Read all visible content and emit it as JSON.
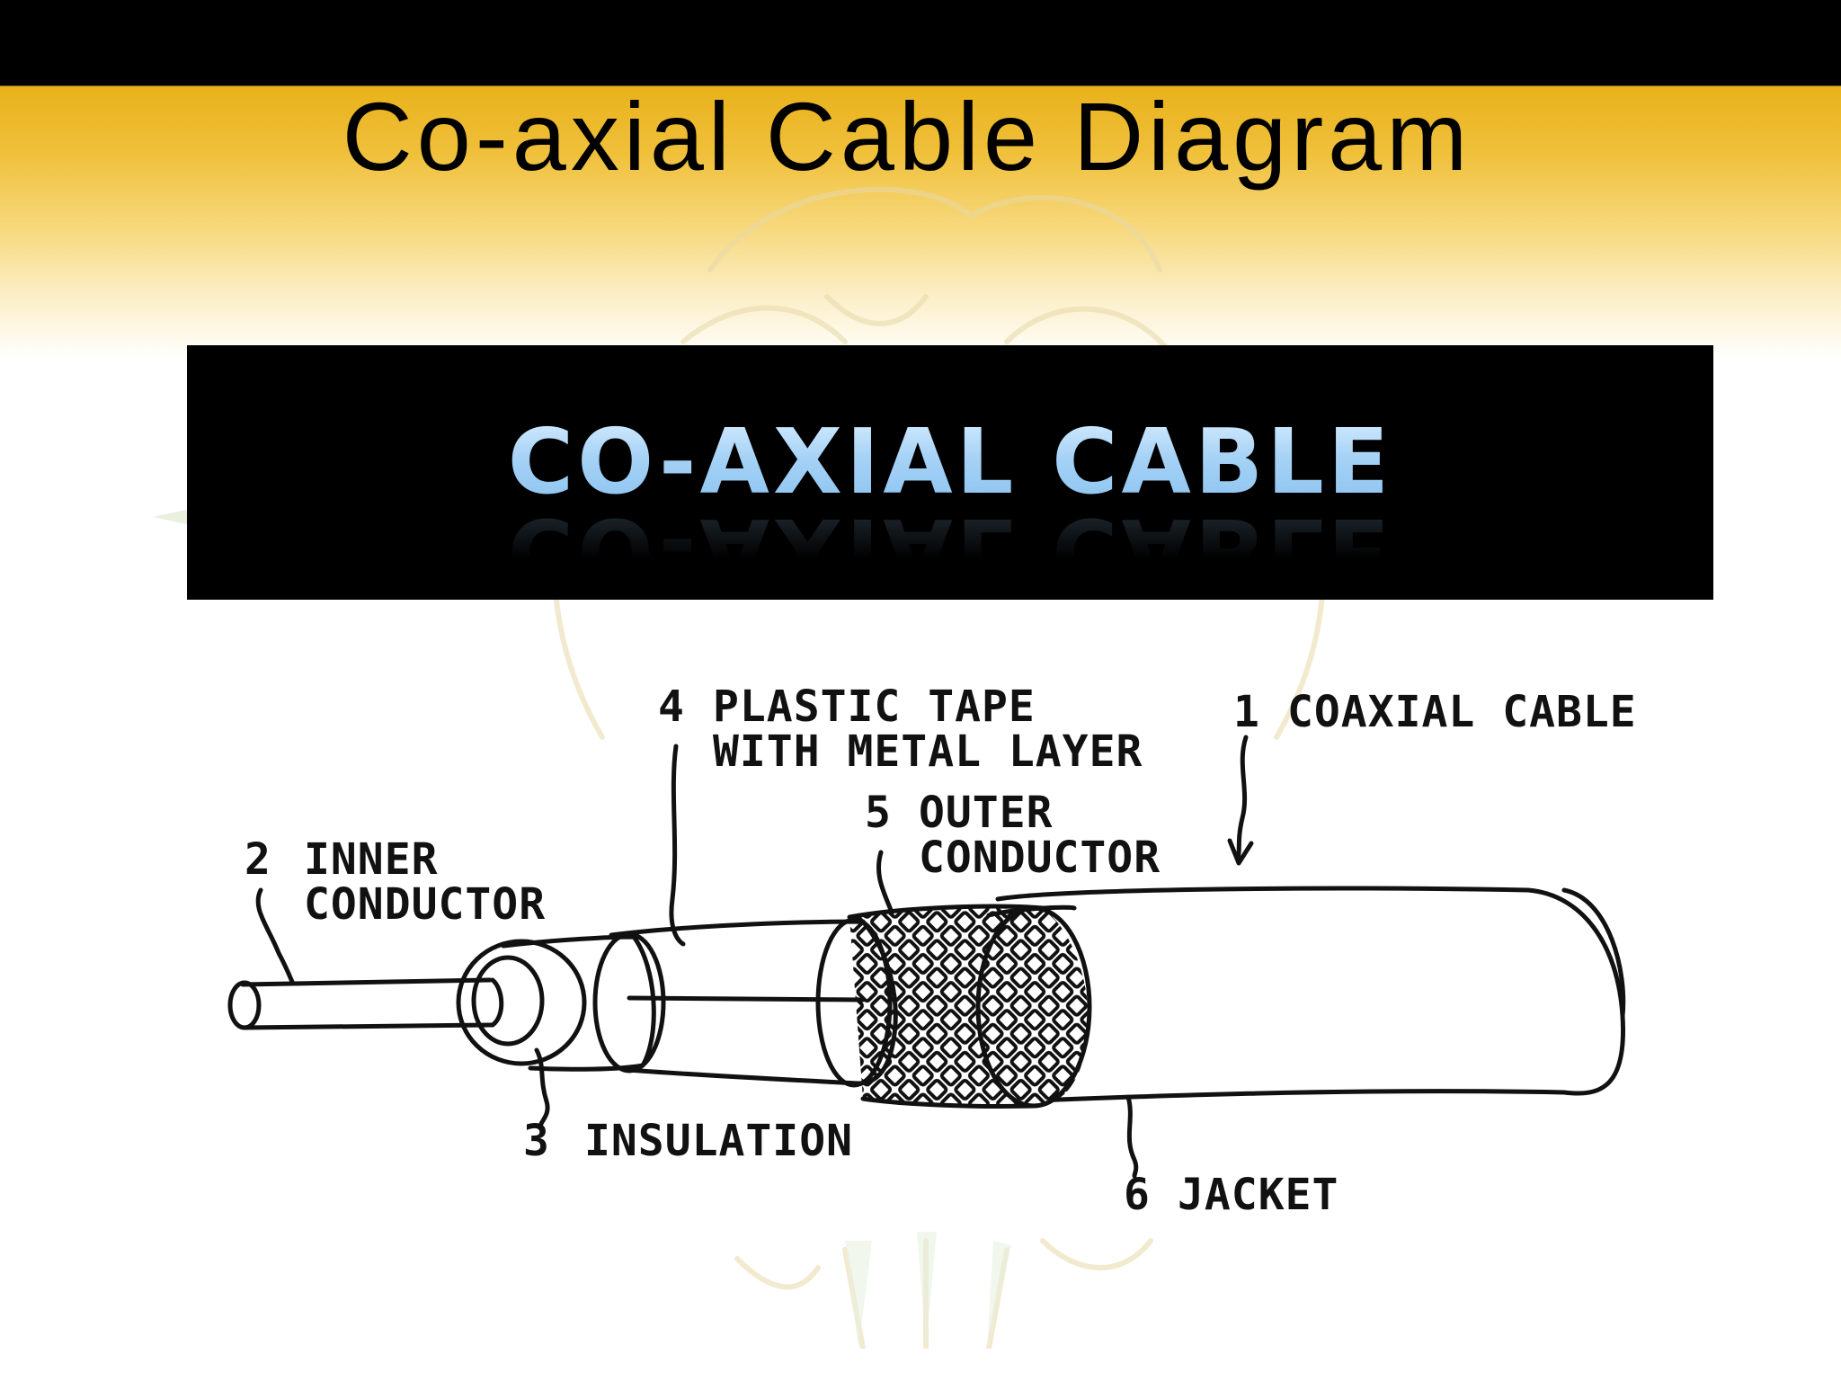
{
  "slide": {
    "title": "Co-axial Cable Diagram"
  },
  "banner": {
    "text": "CO-AXIAL CABLE"
  },
  "diagram": {
    "labels": {
      "coaxial_cable": {
        "number": "1",
        "text": "COAXIAL CABLE"
      },
      "inner_conductor": {
        "number": "2",
        "line1": "INNER",
        "line2": "CONDUCTOR"
      },
      "insulation": {
        "number": "3",
        "text": "INSULATION"
      },
      "plastic_tape": {
        "number": "4",
        "line1": "PLASTIC TAPE",
        "line2": "WITH METAL LAYER"
      },
      "outer_conductor": {
        "number": "5",
        "line1": "OUTER",
        "line2": "CONDUCTOR"
      },
      "jacket": {
        "number": "6",
        "text": "JACKET"
      }
    }
  },
  "colors": {
    "header_bar": "#000000",
    "gold": "#e9b21c",
    "banner_text": "#a6d2f6",
    "ink": "#111111"
  }
}
